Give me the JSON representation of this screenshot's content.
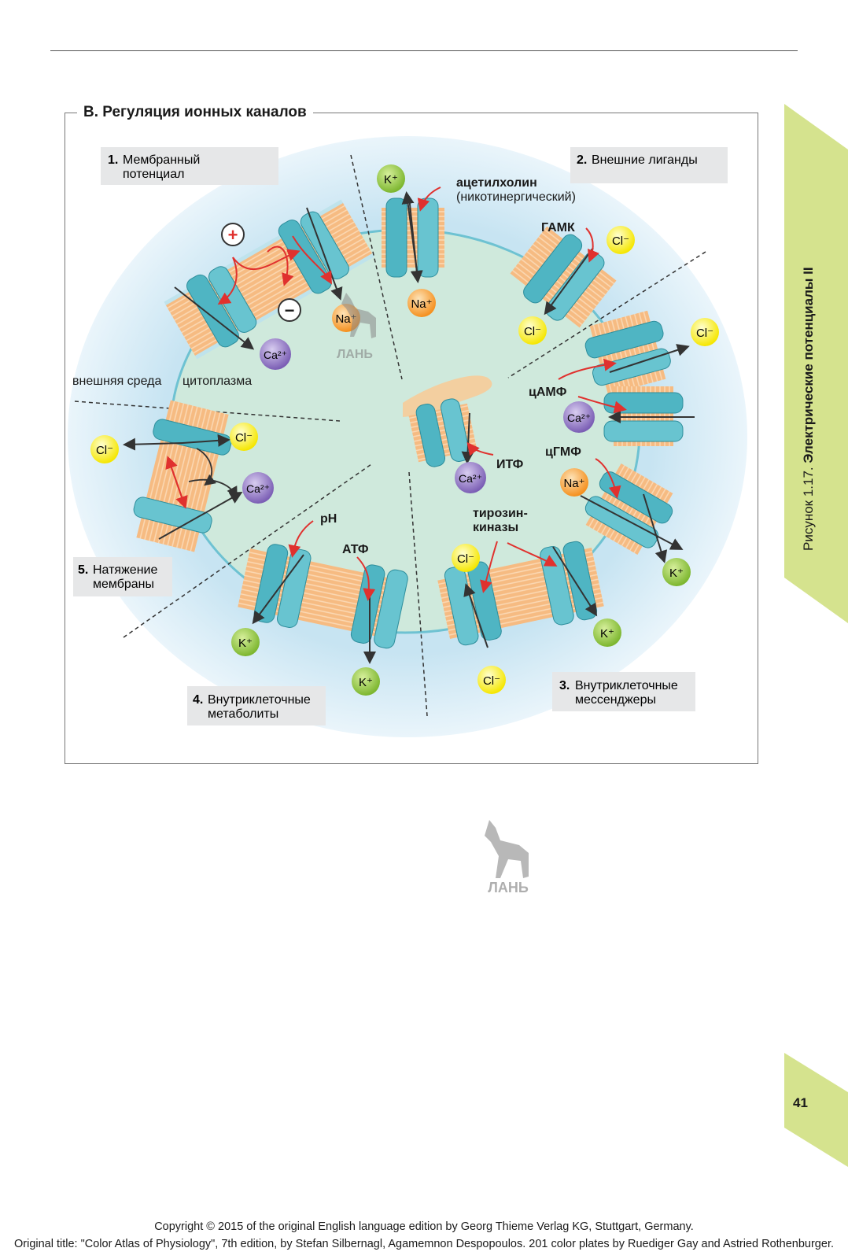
{
  "section_title": "B. Регуляция ионных каналов",
  "sectors": [
    {
      "num": "1.",
      "line1": "Мембранный",
      "line2": "потенциал"
    },
    {
      "num": "2.",
      "line1": "Внешние лиганды",
      "line2": ""
    },
    {
      "num": "3.",
      "line1": "Внутриклеточные",
      "line2": "мессенджеры"
    },
    {
      "num": "4.",
      "line1": "Внутриклеточные",
      "line2": "метаболиты"
    },
    {
      "num": "5.",
      "line1": "Натяжение",
      "line2": "мембраны"
    }
  ],
  "region_labels": {
    "outside": "внешняя среда",
    "inside": "цитоплазма"
  },
  "ligands": {
    "acetylcholine": "ацетилхолин",
    "nicotinic": "(никотинергический)",
    "gaba": "ГАМК",
    "camp": "цАМФ",
    "cgmp": "цГМФ",
    "ip3": "ИТФ",
    "tyrosine1": "тирозин-",
    "tyrosine2": "киназы",
    "ph": "pH",
    "atp": "АТФ"
  },
  "ions": {
    "k": "K⁺",
    "na": "Na⁺",
    "cl": "Cl⁻",
    "ca": "Ca²⁺"
  },
  "voltage_signs": {
    "plus": "+",
    "minus": "−"
  },
  "side_caption": {
    "prefix": "Рисунок 1.17.",
    "title": "Электрические потенциалы II"
  },
  "page_number": "41",
  "watermark": "ЛАНЬ",
  "copyright": [
    "Copyright © 2015 of the original English language edition by Georg Thieme Verlag KG, Stuttgart, Germany.",
    "Original title: \"Color Atlas of Physiology\", 7th edition, by Stefan Silbernagl, Agamemnon Despopoulos. 201 color plates by Ruediger Gay and Astried Rothenburger."
  ],
  "colors": {
    "outer_halo": "#c7e4f2",
    "cytoplasm": "#cfe9dc",
    "membrane": "#f6b980",
    "channel": "#4fb5c3",
    "k_ion": "#8dc63f",
    "na_ion": "#f7941d",
    "cl_ion": "#fff200",
    "ca_ion": "#8a6fc0",
    "regulator_arrow": "#e0312e",
    "side_tab": "#d5e38e"
  }
}
